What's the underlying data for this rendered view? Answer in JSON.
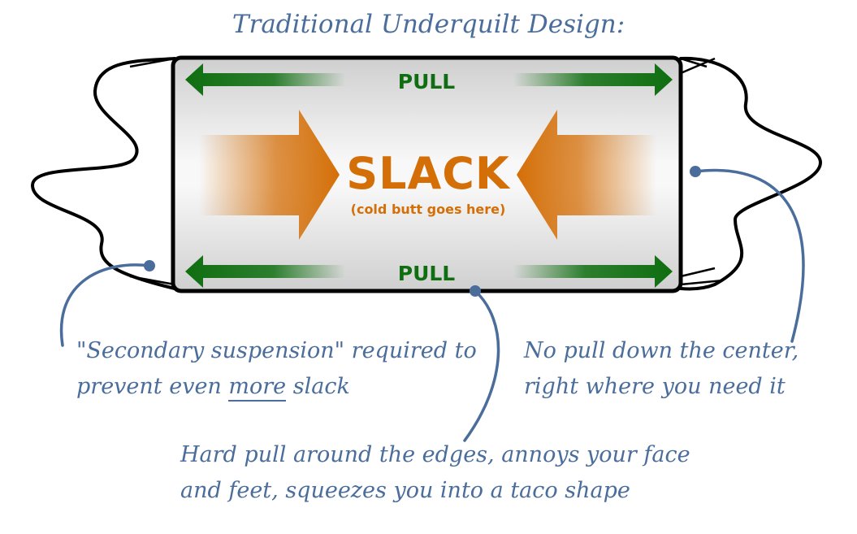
{
  "title": "Traditional Underquilt Design:",
  "labels": {
    "pull_top": "PULL",
    "pull_bottom": "PULL",
    "slack": "SLACK",
    "slack_sub": "(cold butt goes here)"
  },
  "notes": {
    "left_line1": "\"Secondary suspension\" required to",
    "left_line2_pre": "prevent even ",
    "left_line2_emph": "more",
    "left_line2_post": " slack",
    "right_line1": "No pull down the center,",
    "right_line2": "right where you need it",
    "bottom_line1": "Hard pull around the edges, annoys your face",
    "bottom_line2": "and feet, squeezes you into a taco shape"
  },
  "colors": {
    "pull_arrow": "#0f6e10",
    "slack_arrow": "#d46f08",
    "annotation": "#4a6d9c",
    "outline": "#000000"
  }
}
